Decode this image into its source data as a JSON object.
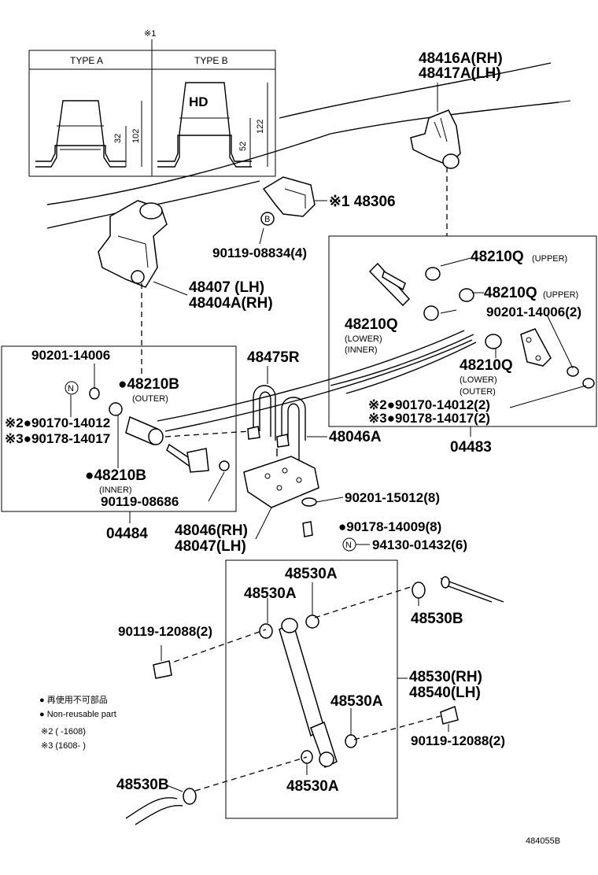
{
  "diagram_id": "484055B",
  "star1_marker": "※1",
  "inset": {
    "type_a": "TYPE A",
    "type_b": "TYPE B",
    "hd_mark": "HD",
    "dims_a": [
      "32",
      "102"
    ],
    "dims_b": [
      "52",
      "122"
    ]
  },
  "labels": {
    "p48416": "48416A(RH)",
    "p48417": "48417A(LH)",
    "p48306": "※1 48306",
    "p90119_08834": "90119-08834(4)",
    "p48407": "48407  (LH)",
    "p48404": "48404A(RH)",
    "p48210q_upper1": "48210Q",
    "p48210q_upper1_note": "(UPPER)",
    "p48210q_upper2": "48210Q",
    "p48210q_upper2_note": "(UPPER)",
    "p90201_14006_2": "90201-14006(2)",
    "p48210q_lower_inner": "48210Q",
    "p48210q_lower_inner_n1": "(LOWER)",
    "p48210q_lower_inner_n2": "(INNER)",
    "p48210q_lower_outer": "48210Q",
    "p48210q_lower_outer_n1": "(LOWER)",
    "p48210q_lower_outer_n2": "(OUTER)",
    "p90170_14012_2": "※2●90170-14012(2)",
    "p90178_14017_2": "※3●90178-14017(2)",
    "p04483": "04483",
    "p90201_14006": "90201-14006",
    "p48210b_outer": "●48210B",
    "p48210b_outer_note": "(OUTER)",
    "p90170_14012": "※2●90170-14012",
    "p90178_14017": "※3●90178-14017",
    "p48210b_inner": "●48210B",
    "p48210b_inner_note": "(INNER)",
    "p90119_08686": "90119-08686",
    "p04484": "04484",
    "p48475r": "48475R",
    "p48046a": "48046A",
    "p90201_15012": "90201-15012(8)",
    "p90178_14009": "●90178-14009(8)",
    "p94130": "94130-01432(6)",
    "p48046": "48046(RH)",
    "p48047": "48047(LH)",
    "p48530a_top": "48530A",
    "p48530a_left": "48530A",
    "p48530b_right": "48530B",
    "p90119_12088_left": "90119-12088(2)",
    "p48530_rh": "48530(RH)",
    "p48540_lh": "48540(LH)",
    "p48530a_mid": "48530A",
    "p90119_12088_right": "90119-12088(2)",
    "p48530b_left": "48530B",
    "p48530a_bottom": "48530A"
  },
  "legend": {
    "line1": "● 再使用不可部品",
    "line2": "● Non-reusable part",
    "line3": "※2 (       -1608)",
    "line4": "※3 (1608-       )"
  }
}
